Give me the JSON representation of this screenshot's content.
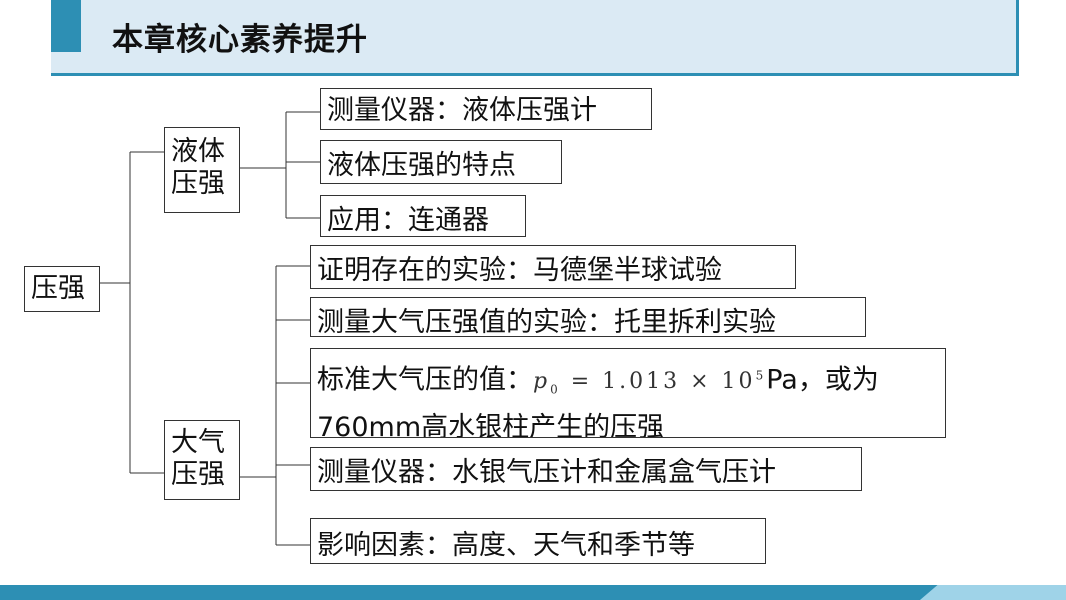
{
  "header": {
    "title": "本章核心素养提升"
  },
  "diagram": {
    "root": "压强",
    "liquid": {
      "label_line1": "液体",
      "label_line2": "压强",
      "items": [
        "测量仪器：液体压强计",
        "液体压强的特点",
        "应用：连通器"
      ]
    },
    "atmosphere": {
      "label_line1": "大气",
      "label_line2": "压强",
      "items": [
        "证明存在的实验：马德堡半球试验",
        "测量大气压强值的实验：托里拆利实验",
        "测量仪器：水银气压计和金属盒气压计",
        "影响因素：高度、天气和季节等"
      ],
      "standard": {
        "prefix": "标准大气压的值：",
        "formula_symbol": "p",
        "formula_sub": "0",
        "formula_body": " = 1.013 × 10",
        "formula_exp": "5",
        "unit": "Pa，或为",
        "line2": "760mm高水银柱产生的压强"
      }
    }
  },
  "colors": {
    "accent": "#2d8fb4",
    "header_bg": "#dbeaf4",
    "footer_light": "#9fd3e8"
  }
}
